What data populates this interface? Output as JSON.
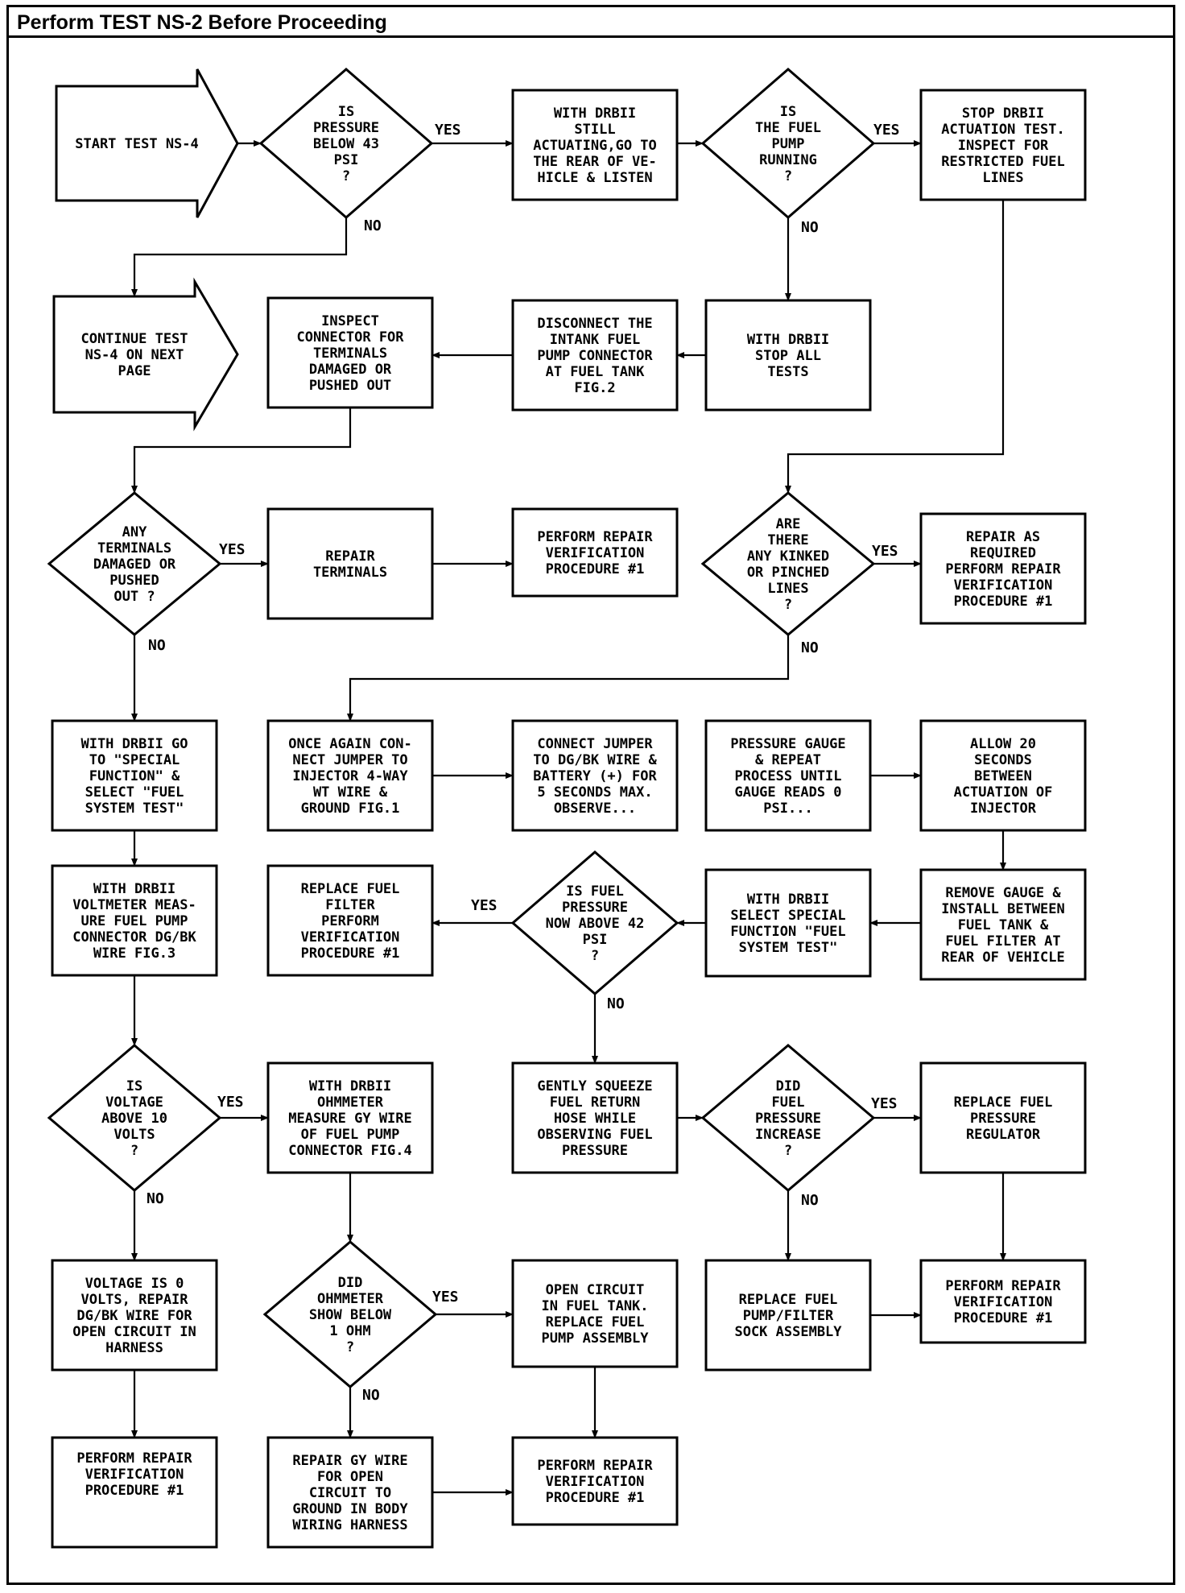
{
  "header": {
    "title": "Perform TEST NS-2 Before Proceeding"
  },
  "nodes": {
    "start": [
      "START TEST NS-4"
    ],
    "d1": [
      "IS",
      "PRESSURE",
      "BELOW 43",
      "PSI",
      "?"
    ],
    "b1": [
      "WITH DRBII",
      "STILL",
      "ACTUATING,GO TO",
      "THE REAR OF VE-",
      "HICLE & LISTEN"
    ],
    "d2": [
      "IS",
      "THE FUEL",
      "PUMP",
      "RUNNING",
      "?"
    ],
    "b2": [
      "STOP DRBII",
      "ACTUATION TEST.",
      "INSPECT FOR",
      "RESTRICTED FUEL",
      "LINES"
    ],
    "cont": [
      "CONTINUE TEST",
      "NS-4 ON NEXT",
      "PAGE"
    ],
    "b3": [
      "INSPECT",
      "CONNECTOR FOR",
      "TERMINALS",
      "DAMAGED OR",
      "PUSHED OUT"
    ],
    "b4": [
      "DISCONNECT THE",
      "INTANK FUEL",
      "PUMP CONNECTOR",
      "AT FUEL TANK",
      "FIG.2"
    ],
    "b5": [
      "WITH DRBII",
      "STOP ALL",
      "TESTS"
    ],
    "d3": [
      "ANY",
      "TERMINALS",
      "DAMAGED OR",
      "PUSHED",
      "OUT ?"
    ],
    "b6": [
      "REPAIR",
      "TERMINALS"
    ],
    "b7": [
      "PERFORM REPAIR",
      "VERIFICATION",
      "PROCEDURE #1"
    ],
    "d4": [
      "ARE",
      "THERE",
      "ANY KINKED",
      "OR PINCHED",
      "LINES",
      "?"
    ],
    "b8": [
      "REPAIR AS",
      "REQUIRED",
      "PERFORM REPAIR",
      "VERIFICATION",
      "PROCEDURE #1"
    ],
    "b9": [
      "WITH DRBII GO",
      "TO \"SPECIAL",
      "FUNCTION\" &",
      "SELECT \"FUEL",
      "SYSTEM TEST\""
    ],
    "b10": [
      "ONCE AGAIN CON-",
      "NECT JUMPER TO",
      "INJECTOR 4-WAY",
      "WT WIRE &",
      "GROUND FIG.1"
    ],
    "b11": [
      "CONNECT JUMPER",
      "TO DG/BK WIRE &",
      "BATTERY (+) FOR",
      "5 SECONDS MAX.",
      "OBSERVE..."
    ],
    "b12": [
      "PRESSURE GAUGE",
      "& REPEAT",
      "PROCESS UNTIL",
      "GAUGE READS 0",
      "PSI..."
    ],
    "b13": [
      "ALLOW 20",
      "SECONDS",
      "BETWEEN",
      "ACTUATION OF",
      "INJECTOR"
    ],
    "b14": [
      "WITH DRBII",
      "VOLTMETER MEAS-",
      "URE FUEL PUMP",
      "CONNECTOR DG/BK",
      "WIRE FIG.3"
    ],
    "b15": [
      "REPLACE FUEL",
      "FILTER",
      "PERFORM",
      "VERIFICATION",
      "PROCEDURE #1"
    ],
    "d5": [
      "IS FUEL",
      "PRESSURE",
      "NOW ABOVE 42",
      "PSI",
      "?"
    ],
    "b16": [
      "WITH DRBII",
      "SELECT SPECIAL",
      "FUNCTION \"FUEL",
      "SYSTEM TEST\""
    ],
    "b17": [
      "REMOVE GAUGE &",
      "INSTALL BETWEEN",
      "FUEL TANK &",
      "FUEL FILTER AT",
      "REAR OF VEHICLE"
    ],
    "d6": [
      "IS",
      "VOLTAGE",
      "ABOVE 10",
      "VOLTS",
      "?"
    ],
    "b18": [
      "WITH DRBII",
      "OHMMETER",
      "MEASURE GY WIRE",
      "OF FUEL PUMP",
      "CONNECTOR FIG.4"
    ],
    "b19": [
      "GENTLY SQUEEZE",
      "FUEL RETURN",
      "HOSE WHILE",
      "OBSERVING FUEL",
      "PRESSURE"
    ],
    "d7": [
      "DID",
      "FUEL",
      "PRESSURE",
      "INCREASE",
      "?"
    ],
    "b20": [
      "REPLACE FUEL",
      "PRESSURE",
      "REGULATOR"
    ],
    "b21": [
      "VOLTAGE IS 0",
      "VOLTS, REPAIR",
      "DG/BK WIRE FOR",
      "OPEN CIRCUIT IN",
      "HARNESS"
    ],
    "d8": [
      "DID",
      "OHMMETER",
      "SHOW BELOW",
      "1 OHM",
      "?"
    ],
    "b22": [
      "OPEN CIRCUIT",
      "IN FUEL TANK.",
      "REPLACE FUEL",
      "PUMP ASSEMBLY"
    ],
    "b23": [
      "REPLACE FUEL",
      "PUMP/FILTER",
      "SOCK ASSEMBLY"
    ],
    "b24": [
      "PERFORM REPAIR",
      "VERIFICATION",
      "PROCEDURE #1"
    ],
    "b25": [
      "PERFORM REPAIR",
      "VERIFICATION",
      "PROCEDURE #1"
    ],
    "b26": [
      "REPAIR GY WIRE",
      "FOR OPEN",
      "CIRCUIT TO",
      "GROUND IN BODY",
      "WIRING HARNESS"
    ],
    "b27": [
      "PERFORM REPAIR",
      "VERIFICATION",
      "PROCEDURE #1"
    ]
  },
  "edge_labels": {
    "yes": "YES",
    "no": "NO"
  }
}
